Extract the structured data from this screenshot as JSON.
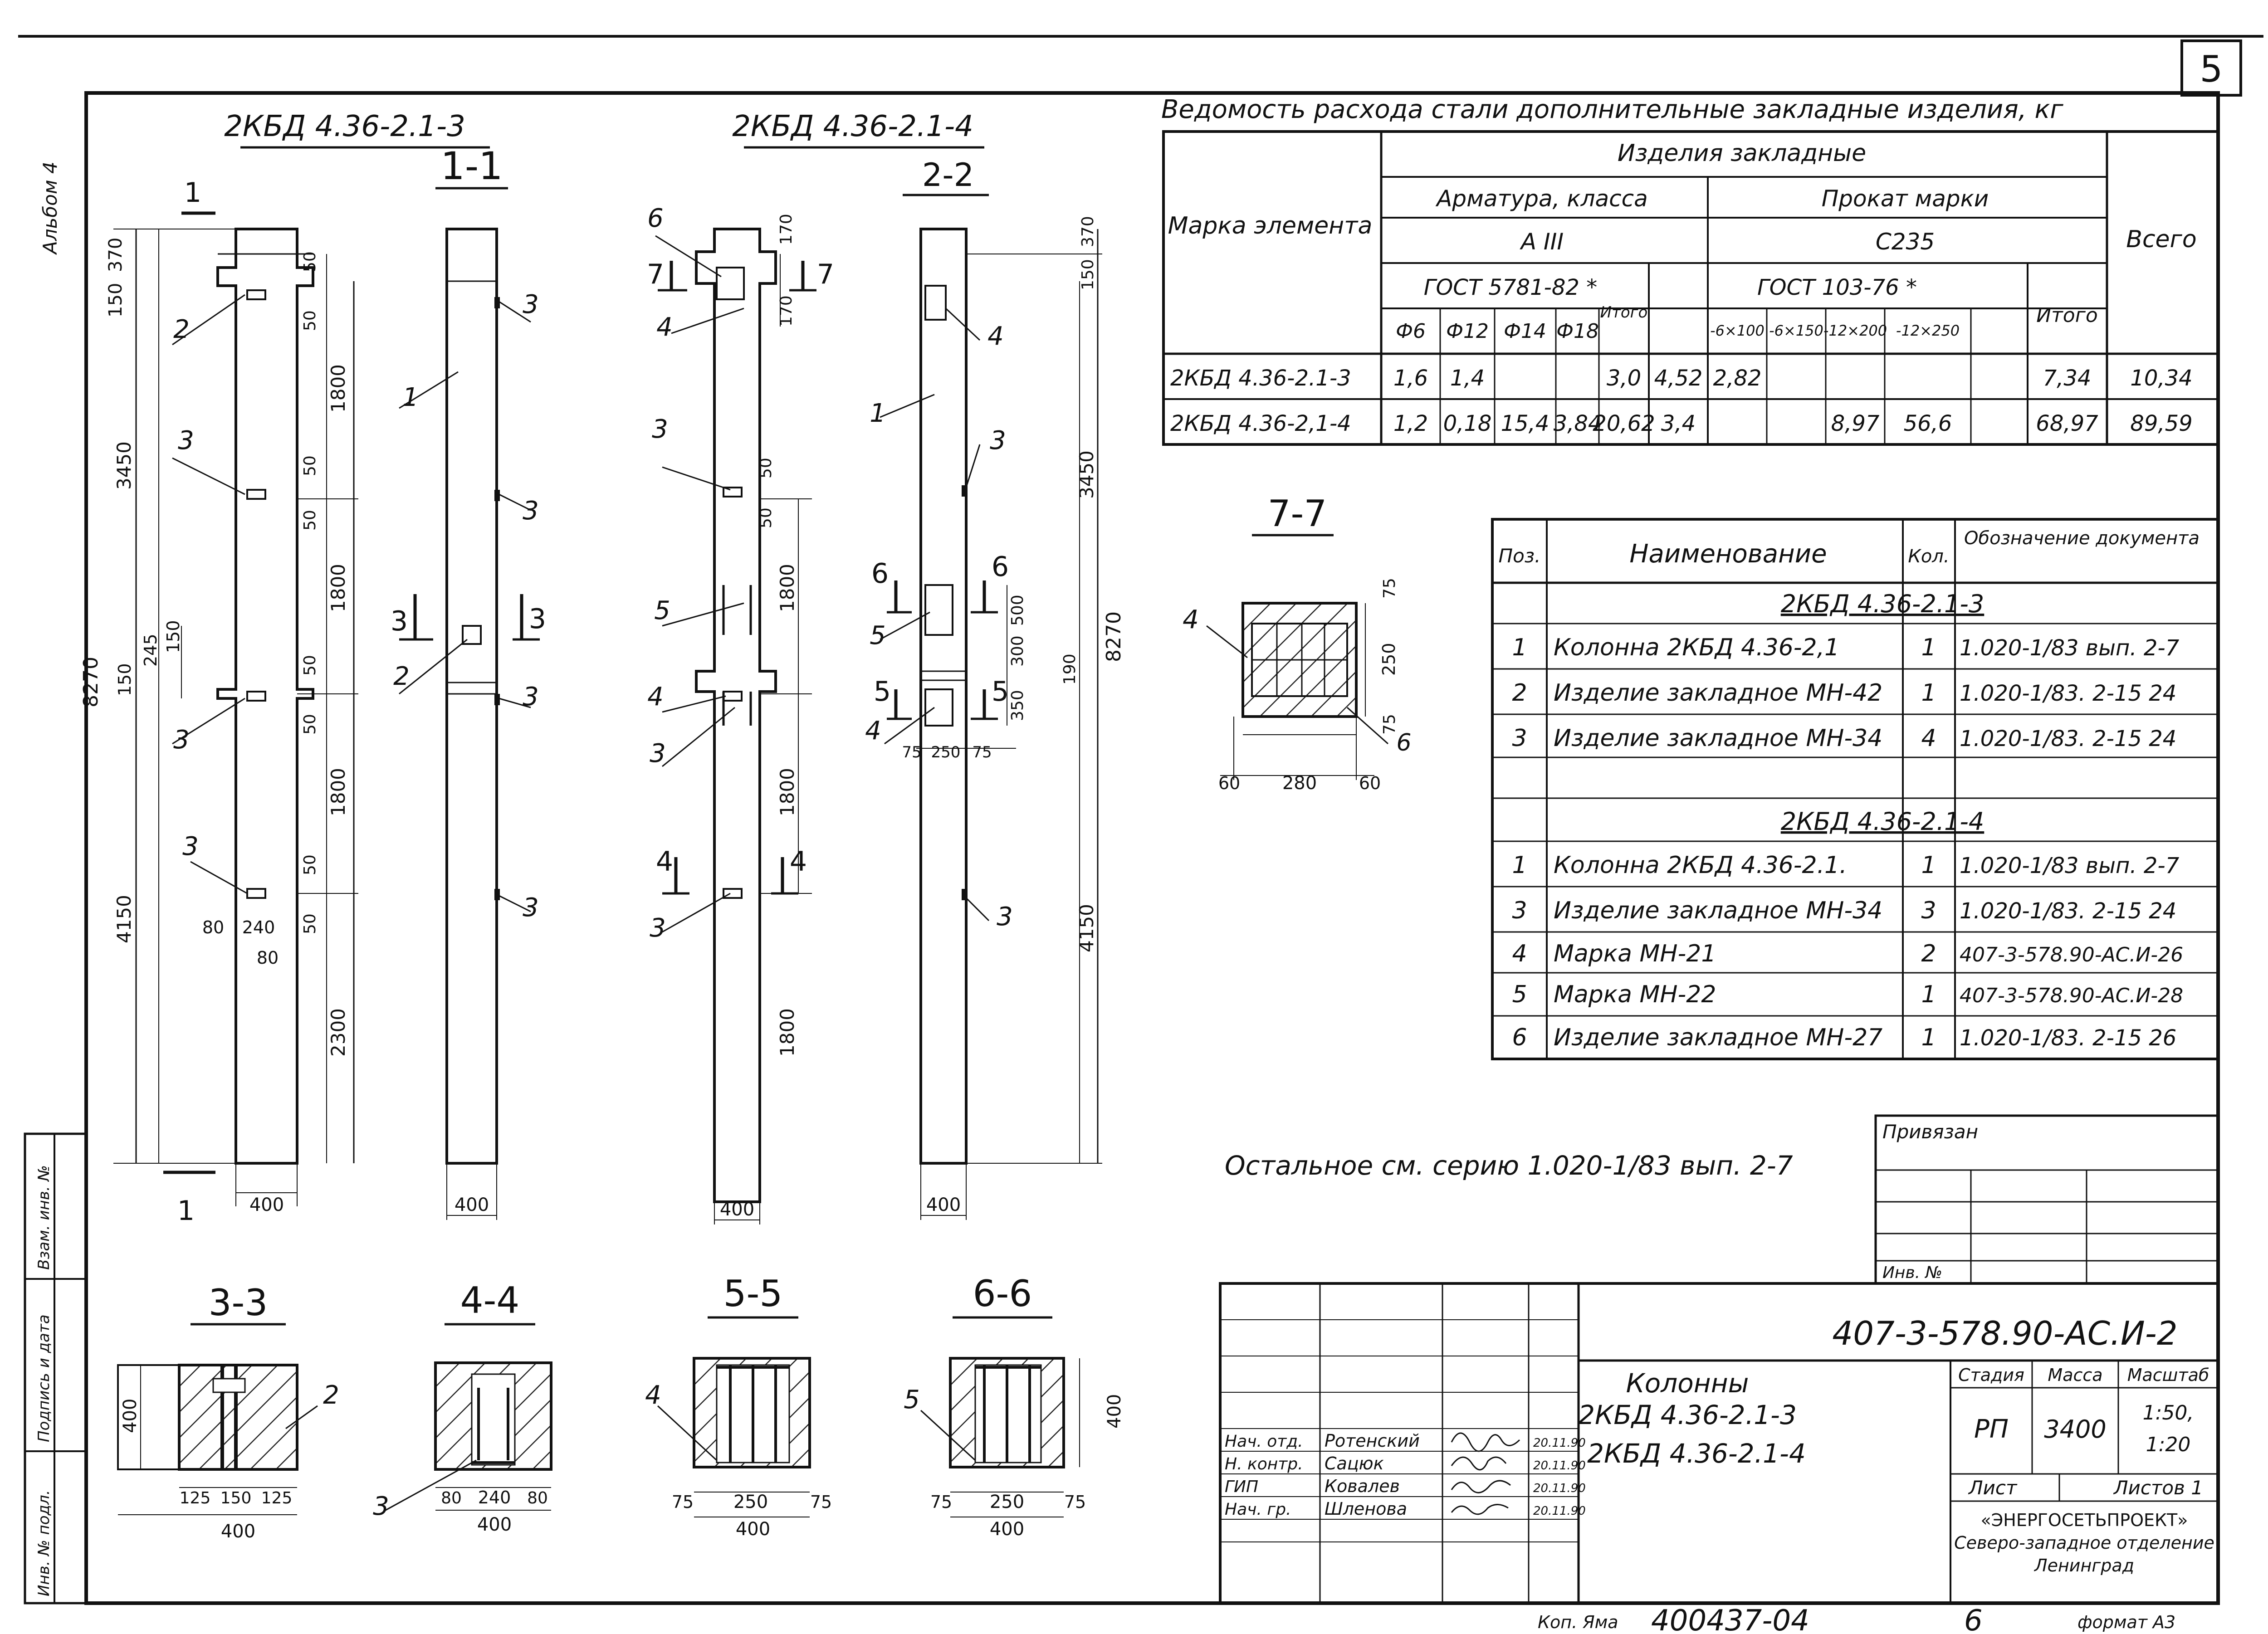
{
  "sheet_number": "5",
  "album_label": "Альбом 4",
  "views": {
    "col1_title": "2КБД 4.36-2.1-3",
    "col2_title": "2КБД 4.36-2.1-4",
    "sec_1_1": "1-1",
    "sec_2_2": "2-2",
    "sec_7_7": "7-7",
    "sec_3_3": "3-3",
    "sec_4_4": "4-4",
    "sec_5_5": "5-5",
    "sec_6_6": "6-6",
    "cut_marks": [
      "1",
      "1",
      "3",
      "3",
      "7",
      "7",
      "6",
      "6",
      "5",
      "5",
      "4",
      "4"
    ],
    "callouts": [
      "1",
      "2",
      "3",
      "3",
      "3",
      "3",
      "3",
      "3",
      "3",
      "3",
      "3",
      "3",
      "3",
      "3",
      "4",
      "4",
      "4",
      "4",
      "4",
      "4",
      "5",
      "5",
      "6",
      "2",
      "3",
      "4",
      "5"
    ],
    "dims_col1_left": [
      "150",
      "370",
      "3450",
      "8270",
      "150",
      "245",
      "150",
      "4150"
    ],
    "dims_col1_right": [
      "50",
      "50",
      "1800",
      "50",
      "50",
      "1800",
      "50",
      "50",
      "1800",
      "50",
      "50",
      "2300"
    ],
    "dims_col1_bottom": [
      "400",
      "80",
      "240",
      "80"
    ],
    "dims_1_1": [
      "400"
    ],
    "dims_col2_left": [
      "170",
      "170",
      "50",
      "50",
      "1800",
      "1800"
    ],
    "dims_col2_bottom": [
      "400"
    ],
    "dims_2_2": [
      "150",
      "370",
      "3450",
      "500",
      "300",
      "190",
      "350",
      "8270",
      "4150",
      "75",
      "250",
      "75",
      "400"
    ],
    "dims_7_7": [
      "75",
      "250",
      "75",
      "60",
      "280",
      "60"
    ],
    "dims_sec_3_3": [
      "400",
      "125",
      "150",
      "125",
      "400"
    ],
    "dims_sec_4_4": [
      "80",
      "240",
      "80",
      "400"
    ],
    "dims_sec_5_5": [
      "75",
      "250",
      "75",
      "400"
    ],
    "dims_sec_6_6": [
      "75",
      "250",
      "75",
      "400",
      "400"
    ]
  },
  "steel_table": {
    "title": "Ведомость расхода стали дополнительные закладные изделия, кг",
    "hdr_mark": "Марка элемента",
    "hdr_items": "Изделия закладные",
    "hdr_rebar": "Арматура, класса",
    "hdr_rebar_class": "А III",
    "hdr_rebar_gost": "ГОСТ 5781-82 *",
    "hdr_rolled": "Прокат марки",
    "hdr_rolled_grade": "С235",
    "hdr_rolled_gost": "ГОСТ 103-76 *",
    "hdr_total": "Всего",
    "rebar_cols": [
      "Ф6",
      "Ф12",
      "Ф14",
      "Ф18"
    ],
    "hdr_itogo": "Итого",
    "rolled_cols": [
      "-6×100",
      "-6×150",
      "-12×200",
      "-12×250"
    ],
    "hdr_itogo2": "Итого",
    "rows": [
      {
        "mark": "2КБД 4.36-2.1-3",
        "cells": [
          "1,6",
          "1,4",
          "",
          "",
          "3,0",
          "4,52",
          "2,82",
          "",
          "",
          "7,34",
          "10,34"
        ]
      },
      {
        "mark": "2КБД 4.36-2,1-4",
        "cells": [
          "1,2",
          "0,18",
          "15,4",
          "3,84",
          "20,62",
          "3,4",
          "",
          "8,97",
          "56,6",
          "68,97",
          "89,59"
        ]
      }
    ]
  },
  "spec_table": {
    "hdr_pos": "Поз.",
    "hdr_name": "Наименование",
    "hdr_qty": "Кол.",
    "hdr_doc": "Обозначение документа",
    "group1": "2КБД 4.36-2.1-3",
    "group1_rows": [
      {
        "pos": "1",
        "name": "Колонна 2КБД 4.36-2,1",
        "qty": "1",
        "doc": "1.020-1/83 вып. 2-7"
      },
      {
        "pos": "2",
        "name": "Изделие закладное МН-42",
        "qty": "1",
        "doc": "1.020-1/83. 2-15 24"
      },
      {
        "pos": "3",
        "name": "Изделие закладное МН-34",
        "qty": "4",
        "doc": "1.020-1/83. 2-15 24"
      }
    ],
    "group2": "2КБД 4.36-2.1-4",
    "group2_rows": [
      {
        "pos": "1",
        "name": "Колонна 2КБД 4.36-2.1.",
        "qty": "1",
        "doc": "1.020-1/83 вып. 2-7"
      },
      {
        "pos": "3",
        "name": "Изделие закладное МН-34",
        "qty": "3",
        "doc": "1.020-1/83. 2-15 24"
      },
      {
        "pos": "4",
        "name": "Марка МН-21",
        "qty": "2",
        "doc": "407-3-578.90-АС.И-26"
      },
      {
        "pos": "5",
        "name": "Марка МН-22",
        "qty": "1",
        "doc": "407-3-578.90-АС.И-28"
      },
      {
        "pos": "6",
        "name": "Изделие закладное МН-27",
        "qty": "1",
        "doc": "1.020-1/83. 2-15 26"
      }
    ]
  },
  "note": "Остальное см. серию 1.020-1/83 вып. 2-7",
  "binding_box": {
    "title": "Привязан",
    "inv": "Инв. №"
  },
  "left_strip": [
    "Взам. инв. №",
    "Подпись и дата",
    "Инв. № подл."
  ],
  "title_block": {
    "code": "407-3-578.90-АС.И-2",
    "name_line1": "Колонны",
    "name_line2": "2КБД 4.36-2.1-3",
    "name_line3": "2КБД 4.36-2.1-4",
    "hdr_stage": "Стадия",
    "hdr_mass": "Масса",
    "hdr_scale": "Масштаб",
    "stage": "РП",
    "mass": "3400",
    "scale1": "1:50,",
    "scale2": "1:20",
    "sheet_label": "Лист",
    "sheets_label": "Листов 1",
    "org1": "«ЭНЕРГОСЕТЬПРОЕКТ»",
    "org2": "Северо-западное отделение",
    "org3": "Ленинград",
    "staff": [
      {
        "role": "Нач. отд.",
        "name": "Ротенский",
        "date": "20.11.90"
      },
      {
        "role": "Н. контр.",
        "name": "Сацюк",
        "date": "20.11.90"
      },
      {
        "role": "ГИП",
        "name": "Ковалев",
        "date": "20.11.90"
      },
      {
        "role": "Нач. гр.",
        "name": "Шленова",
        "date": "20.11.90"
      }
    ]
  },
  "footer": {
    "copy_label": "Коп. Яма",
    "inv_number": "400437-04",
    "page": "6",
    "format": "формат А3"
  }
}
